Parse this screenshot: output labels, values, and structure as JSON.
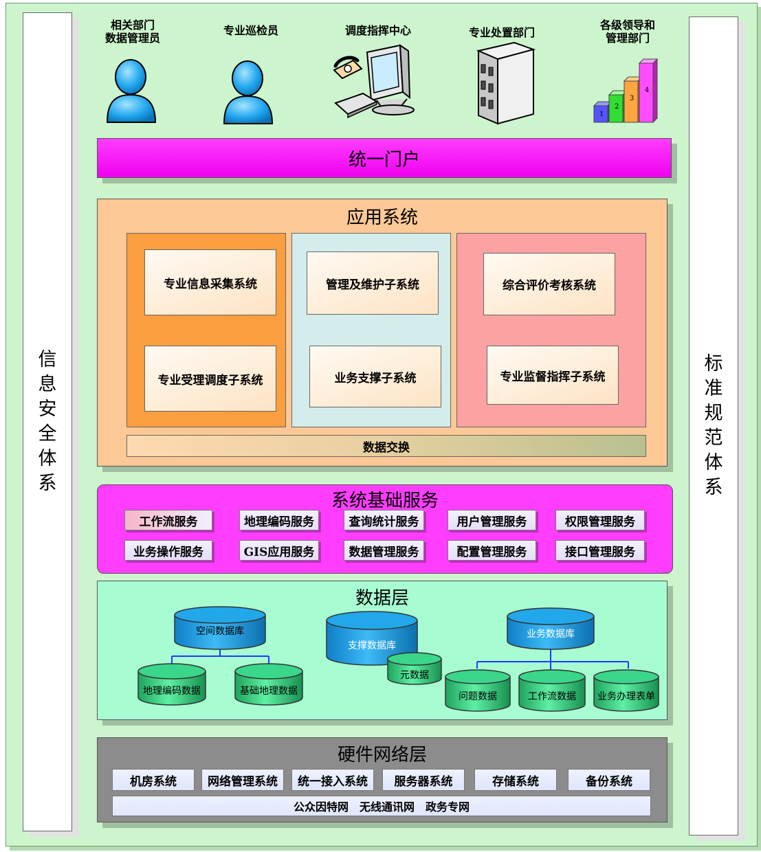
{
  "pillars": {
    "left": "信息安全体系",
    "right": "标准规范体系"
  },
  "users": [
    {
      "label": "相关部门\n数据管理员",
      "icon": "person-icon"
    },
    {
      "label": "专业巡检员",
      "icon": "person-icon"
    },
    {
      "label": "调度指挥中心",
      "icon": "dispatch-center-icon"
    },
    {
      "label": "专业处置部门",
      "icon": "building-icon"
    },
    {
      "label": "各级领导和\n管理部门",
      "icon": "bar-chart-icon"
    }
  ],
  "chart_icon_numbers": [
    "1",
    "2",
    "3",
    "4"
  ],
  "portal": {
    "title": "统一门户"
  },
  "apps": {
    "title": "应用系统",
    "col1": [
      "专业信息采集系统",
      "专业受理调度子系统"
    ],
    "col2": [
      "管理及维护子系统",
      "业务支撑子系统"
    ],
    "col3": [
      "综合评价考核系统",
      "专业监督指挥子系统"
    ],
    "exchange": "数据交换"
  },
  "services": {
    "title": "系统基础服务",
    "row1": [
      "工作流服务",
      "地理编码服务",
      "查询统计服务",
      "用户管理服务",
      "权限管理服务"
    ],
    "row2": [
      "业务操作服务",
      "GIS应用服务",
      "数据管理服务",
      "配置管理服务",
      "接口管理服务"
    ]
  },
  "data_layer": {
    "title": "数据层",
    "spatial": "空间数据库",
    "geocode": "地理编码数据",
    "basegeo": "基础地理数据",
    "support": "支撑数据库",
    "meta": "元数据",
    "business": "业务数据库",
    "issue": "问题数据",
    "workflow": "工作流数据",
    "forms": "业务办理表单"
  },
  "hardware": {
    "title": "硬件网络层",
    "items": [
      "机房系统",
      "网络管理系统",
      "统一接入系统",
      "服务器系统",
      "存储系统",
      "备份系统"
    ],
    "network": "公众因特网　无线通讯网　政务专网"
  },
  "colors": {
    "background": "#cdf5cd",
    "portal": "#ff00ff",
    "apps": "#fcc895",
    "services": "#ff33ff",
    "data": "#a8fcd2",
    "hardware": "#8c8c8c",
    "database": "#1ea6e8",
    "subdatabase": "#33d680"
  }
}
